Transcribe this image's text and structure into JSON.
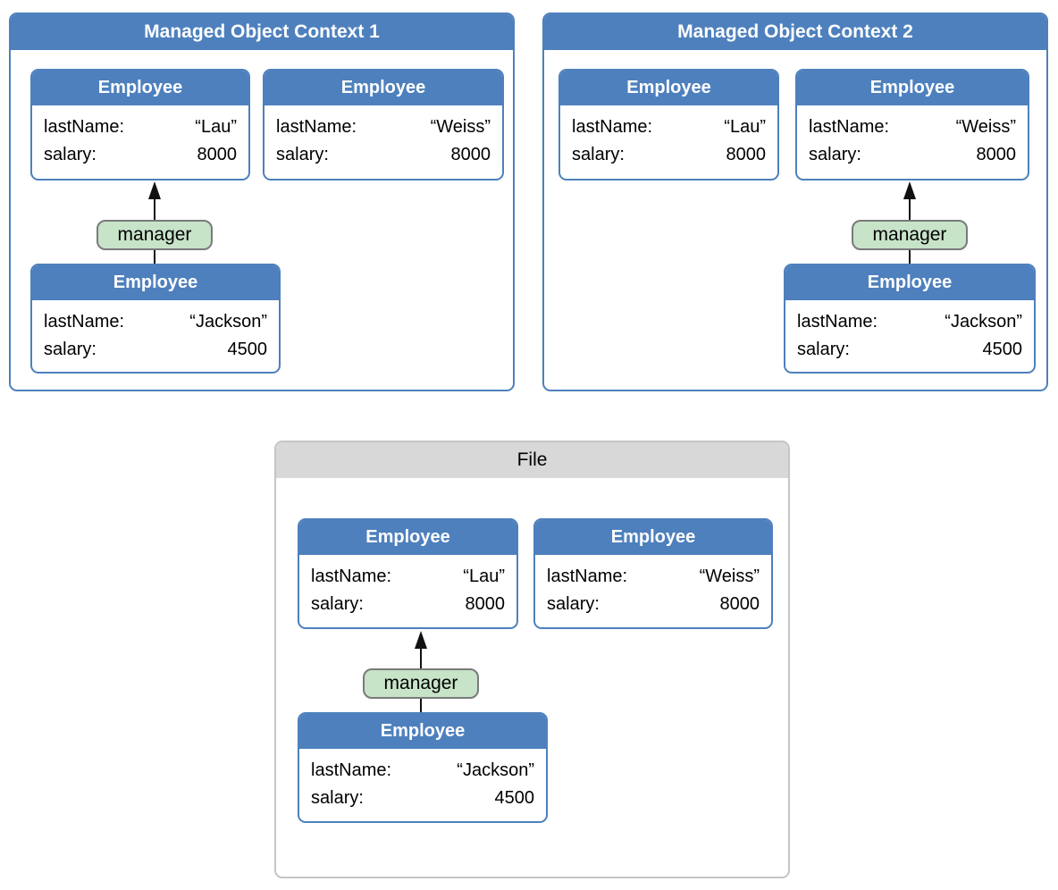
{
  "panels": [
    {
      "title": "Managed Object Context 1",
      "entities": [
        {
          "title": "Employee",
          "rows": [
            {
              "label": "lastName:",
              "value": "“Lau”"
            },
            {
              "label": "salary:",
              "value": "8000"
            }
          ]
        },
        {
          "title": "Employee",
          "rows": [
            {
              "label": "lastName:",
              "value": "“Weiss”"
            },
            {
              "label": "salary:",
              "value": "8000"
            }
          ]
        },
        {
          "title": "Employee",
          "rows": [
            {
              "label": "lastName:",
              "value": "“Jackson”"
            },
            {
              "label": "salary:",
              "value": "4500"
            }
          ]
        }
      ],
      "relationship": {
        "label": "manager",
        "from": "Employee (Jackson)",
        "to": "Employee (Lau)"
      }
    },
    {
      "title": "Managed Object Context 2",
      "entities": [
        {
          "title": "Employee",
          "rows": [
            {
              "label": "lastName:",
              "value": "“Lau”"
            },
            {
              "label": "salary:",
              "value": "8000"
            }
          ]
        },
        {
          "title": "Employee",
          "rows": [
            {
              "label": "lastName:",
              "value": "“Weiss”"
            },
            {
              "label": "salary:",
              "value": "8000"
            }
          ]
        },
        {
          "title": "Employee",
          "rows": [
            {
              "label": "lastName:",
              "value": "“Jackson”"
            },
            {
              "label": "salary:",
              "value": "4500"
            }
          ]
        }
      ],
      "relationship": {
        "label": "manager",
        "from": "Employee (Jackson)",
        "to": "Employee (Weiss)"
      }
    },
    {
      "title": "File",
      "entities": [
        {
          "title": "Employee",
          "rows": [
            {
              "label": "lastName:",
              "value": "“Lau”"
            },
            {
              "label": "salary:",
              "value": "8000"
            }
          ]
        },
        {
          "title": "Employee",
          "rows": [
            {
              "label": "lastName:",
              "value": "“Weiss”"
            },
            {
              "label": "salary:",
              "value": "8000"
            }
          ]
        },
        {
          "title": "Employee",
          "rows": [
            {
              "label": "lastName:",
              "value": "“Jackson”"
            },
            {
              "label": "salary:",
              "value": "4500"
            }
          ]
        }
      ],
      "relationship": {
        "label": "manager",
        "from": "Employee (Jackson)",
        "to": "Employee (Lau)"
      }
    }
  ],
  "colors": {
    "context_blue": "#4E80BD",
    "entity_header_blue": "#4E80BD",
    "file_header_gray": "#D8D8D8",
    "file_border_gray": "#C5C5C5",
    "relationship_fill_green": "#C7E3C8",
    "relationship_border_gray": "#7A7A7A",
    "arrow_black": "#111111",
    "text_white": "#FFFFFF",
    "text_black": "#000000"
  }
}
